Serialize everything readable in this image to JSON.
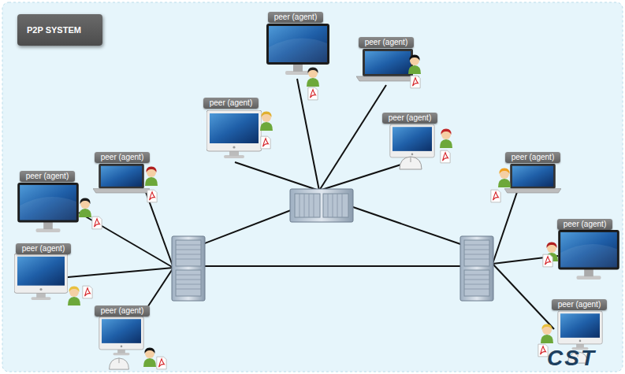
{
  "diagram": {
    "title": "P2P SYSTEM",
    "nodes": [
      {
        "text": [
          "peer (agent)"
        ]
      },
      {
        "text": [
          "peer (agent)"
        ]
      },
      {
        "text": [
          "peer (agent)"
        ]
      },
      {
        "text": [
          "peer (agent)"
        ]
      },
      {
        "text": [
          "peer (agent)"
        ]
      },
      {
        "text": [
          "peer (agent)"
        ]
      },
      {
        "text": [
          "peer (agent)"
        ]
      },
      {
        "text": [
          "peer (agent)"
        ]
      },
      {
        "text": [
          "peer (agent)"
        ]
      },
      {
        "text": [
          "peer (agent)"
        ]
      },
      {
        "text": [
          "peer (agent)"
        ]
      }
    ],
    "labels": [
      "CST"
    ]
  }
}
